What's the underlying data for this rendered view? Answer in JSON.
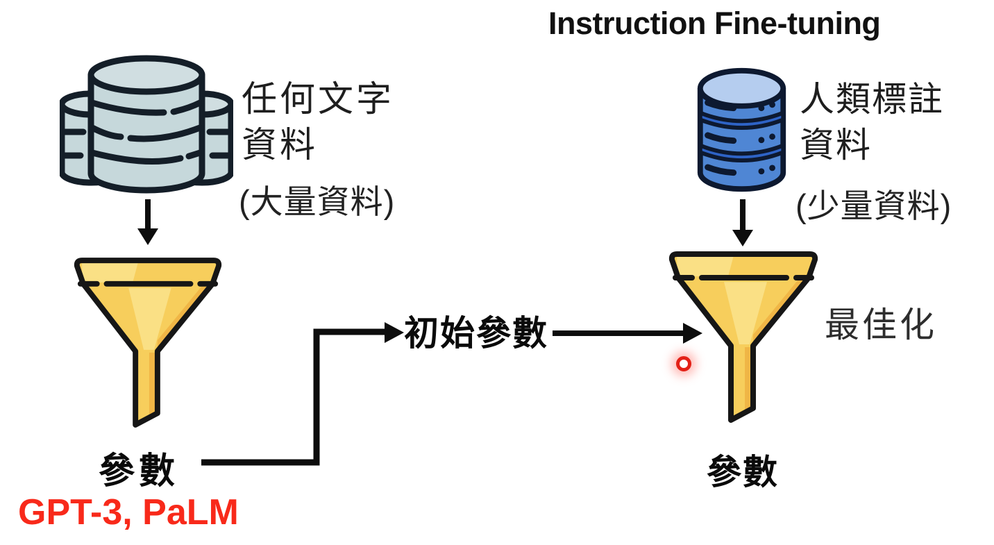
{
  "title": "Instruction Fine-tuning",
  "pretrain": {
    "db_label": "任何文字\n資料",
    "db_sublabel": "(大量資料)",
    "params_label": "參數",
    "models_label": "GPT-3, PaLM"
  },
  "flow": {
    "initial_params_label": "初始參數"
  },
  "finetune": {
    "db_label": "人類標註\n資料",
    "db_sublabel": "(少量資料)",
    "optimize_label": "最佳化",
    "params_label": "參數"
  },
  "icons": {
    "pretrain_database": "stacked-cylinders-database-icon",
    "finetune_database": "blue-cylinder-database-icon",
    "pretrain_funnel": "funnel-icon",
    "finetune_funnel": "funnel-icon",
    "laser_pointer": "red-laser-dot"
  },
  "colors": {
    "funnel_yellow": "#F7CE5C",
    "funnel_highlight": "#FAE085",
    "funnel_shade": "#F0B646",
    "pretrain_db_fill": "#C6D8DB",
    "pretrain_db_top": "#D0DEE1",
    "finetune_db_body": "#4F86D4",
    "finetune_db_band": "#2E63C6",
    "finetune_db_top": "#B5CDEF",
    "model_label_red": "#F8291A",
    "laser_red": "#E32117",
    "arrow_black": "#0D0D0D",
    "background": "#FFFFFF"
  }
}
